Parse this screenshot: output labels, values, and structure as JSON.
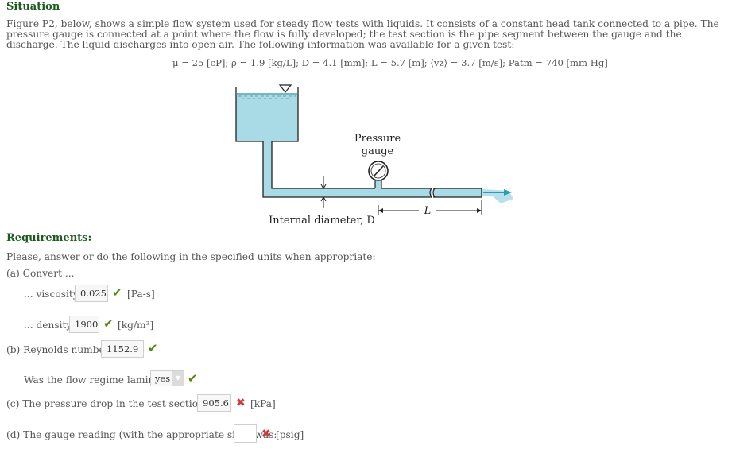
{
  "situation": {
    "heading": "Situation",
    "paragraph": "Figure P2, below, shows a simple flow system used for steady flow tests with liquids. It consists of a constant head tank connected to a pipe. The pressure gauge is connected at a point where the flow is fully developed; the test section is the pipe segment between the gauge and the discharge. The liquid discharges into open air. The following information was available for a given test:",
    "params": "μ = 25 [cP];  ρ = 1.9 [kg/L];  D = 4.1 [mm];  L = 5.7 [m];  ⟨vz⟩ = 3.7 [m/s];  Patm = 740 [mm Hg]"
  },
  "figure": {
    "gauge_label_1": "Pressure",
    "gauge_label_2": "gauge",
    "diameter_label": "Internal diameter, D",
    "length_label": "L",
    "water_color": "#a9dbe6",
    "outline_color": "#222222",
    "jet_color": "#2a9db3"
  },
  "requirements": {
    "heading": "Requirements:",
    "intro": "Please, answer or do the following in the specified units when appropriate:",
    "a_label": "(a) Convert ...",
    "viscosity": {
      "label": "... viscosity:",
      "value": "0.025",
      "unit": "[Pa-s]",
      "status": "correct"
    },
    "density": {
      "label": "... density:",
      "value": "1900",
      "unit": "[kg/m³]",
      "status": "correct"
    },
    "reynolds": {
      "label": "(b) Reynolds number:",
      "value": "1152.9",
      "status": "correct"
    },
    "laminar": {
      "label": "Was the flow regime laminar?",
      "value": "yes",
      "status": "correct"
    },
    "pressure_drop": {
      "label": "(c)  The pressure drop in the test section was:",
      "value": "905.6",
      "unit": "[kPa]",
      "status": "incorrect"
    },
    "gauge_reading": {
      "label": "(d)  The gauge reading (with the appropriate sign) was:",
      "value": "",
      "unit": "[psig]",
      "status": "incorrect"
    }
  },
  "icons": {
    "correct": "check-icon",
    "incorrect": "cross-icon"
  },
  "colors": {
    "heading": "#1e5a1e",
    "correct": "#4f8a10",
    "incorrect": "#d03a3a"
  }
}
